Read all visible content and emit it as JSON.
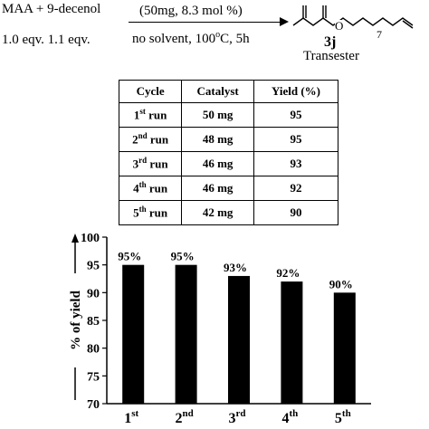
{
  "reaction": {
    "reactants": "MAA  + 9-decenol",
    "equivalents": "1.0 eqv.    1.1 eqv.",
    "conditions_top": "(50mg, 8.3 mol %)",
    "conditions_bottom_pre": "no solvent, 100",
    "conditions_degree": "o",
    "conditions_bottom_post": "C, 5h",
    "product_label": "3j",
    "product_name": "Transester",
    "subscript": "7"
  },
  "table": {
    "headers": [
      "Cycle",
      "Catalyst",
      "Yield  (%)"
    ],
    "rows": [
      {
        "num": "1",
        "sup": "st",
        "suffix": " run",
        "catalyst": "50 mg",
        "yield": "95"
      },
      {
        "num": "2",
        "sup": "nd",
        "suffix": " run",
        "catalyst": "48 mg",
        "yield": "95"
      },
      {
        "num": "3",
        "sup": "rd",
        "suffix": " run",
        "catalyst": "46 mg",
        "yield": "93"
      },
      {
        "num": "4",
        "sup": "th",
        "suffix": " run",
        "catalyst": "46 mg",
        "yield": "92"
      },
      {
        "num": "5",
        "sup": "th",
        "suffix": " run",
        "catalyst": "42 mg",
        "yield": "90"
      }
    ]
  },
  "chart_data": {
    "type": "bar",
    "categories": [
      {
        "num": "1",
        "sup": "st"
      },
      {
        "num": "2",
        "sup": "nd"
      },
      {
        "num": "3",
        "sup": "rd"
      },
      {
        "num": "4",
        "sup": "th"
      },
      {
        "num": "5",
        "sup": "th"
      }
    ],
    "values": [
      95,
      95,
      93,
      92,
      90
    ],
    "data_labels": [
      "95%",
      "95%",
      "93%",
      "92%",
      "90%"
    ],
    "ylabel": "% of yield",
    "ylim": [
      70,
      100
    ],
    "yticks": [
      70,
      75,
      80,
      85,
      90,
      95,
      100
    ],
    "bar_color": "#000000",
    "grid": false
  }
}
